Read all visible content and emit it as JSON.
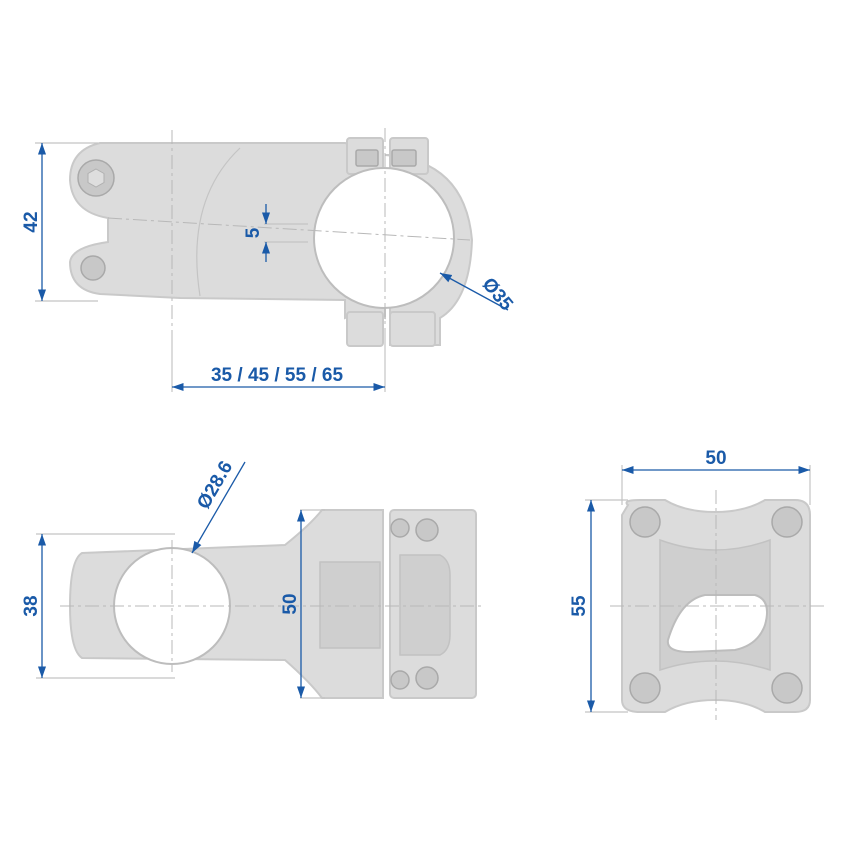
{
  "colors": {
    "dimension": "#1a5aa8",
    "part_fill": "#dcdcdc",
    "part_edge": "#c9c9c9"
  },
  "dimensions": {
    "side_height": "42",
    "offset": "5",
    "clamp_diameter": "Ø35",
    "lengths": "35 / 45 / 55 / 65",
    "steerer_diameter": "Ø28.6",
    "steerer_height": "38",
    "faceplate_height": "50",
    "front_width": "50",
    "front_height": "55"
  }
}
